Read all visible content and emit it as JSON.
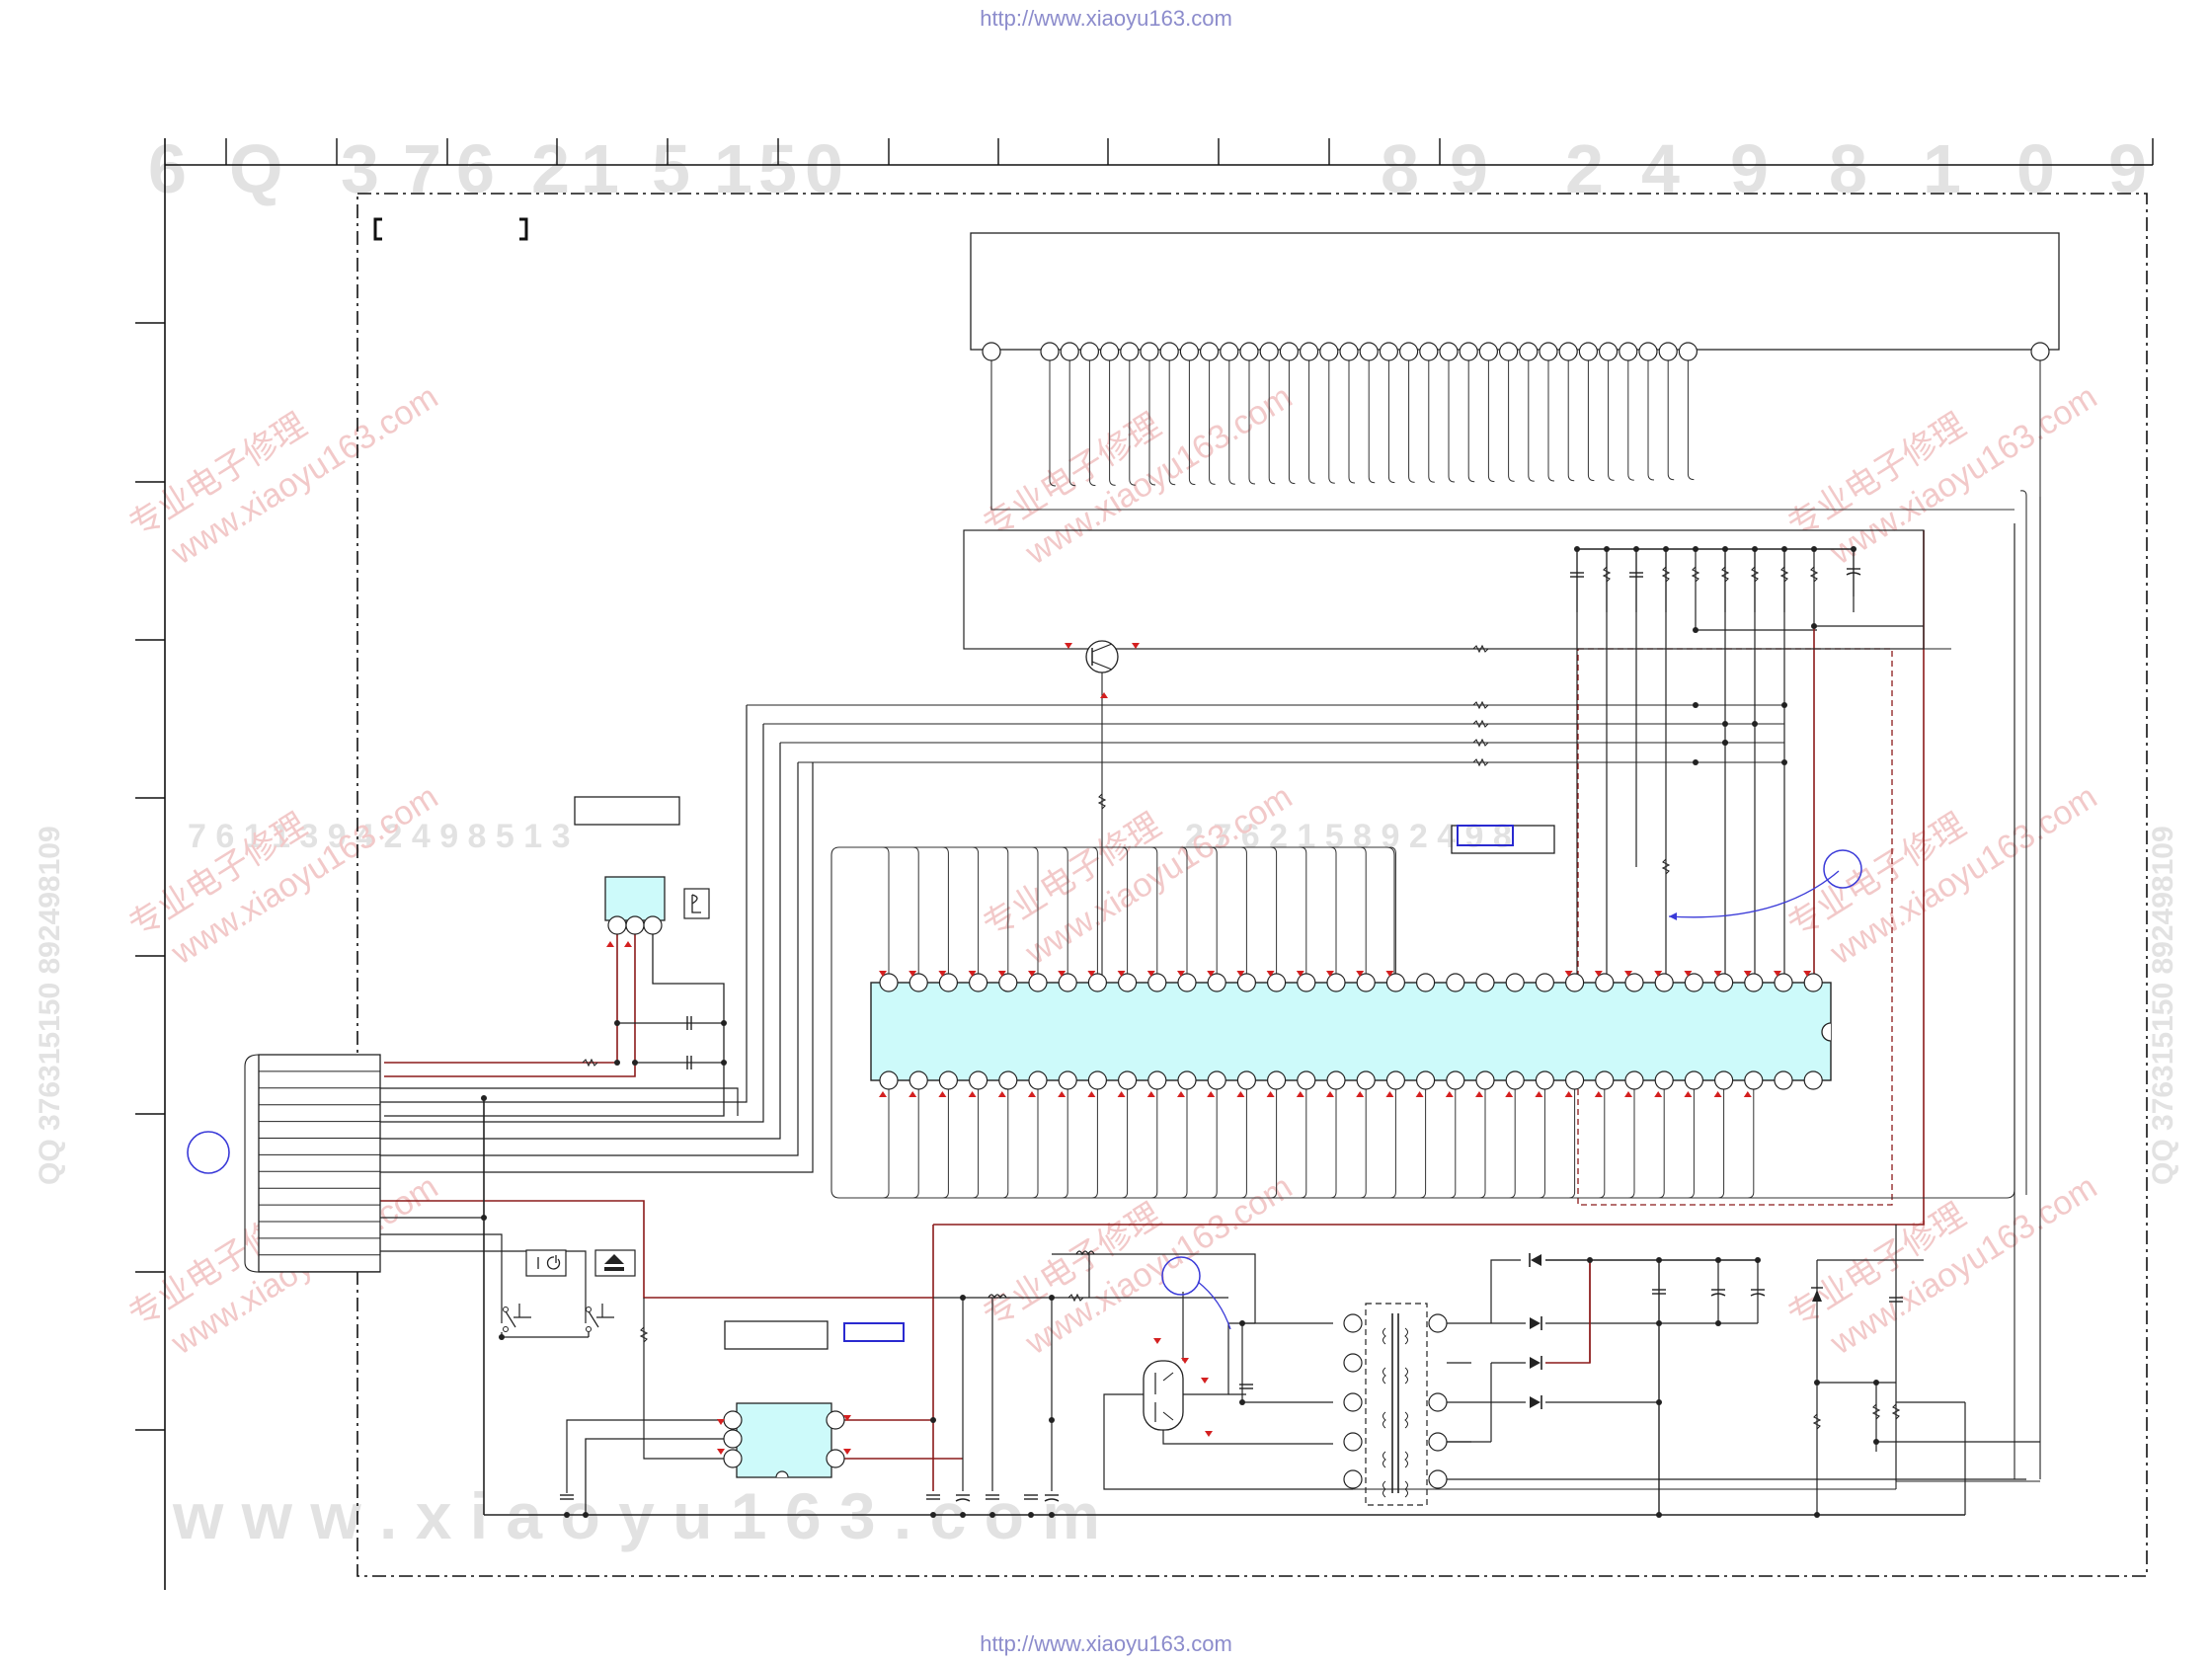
{
  "header_url": "http://www.xiaoyu163.com",
  "footer_url": "http://www.xiaoyu163.com",
  "watermark": {
    "digits": [
      "6",
      "Q",
      "3",
      "7",
      "6",
      "2",
      "1",
      "5",
      "1",
      "5",
      "0",
      "8",
      "9",
      "2",
      "4",
      "9",
      "8",
      "1",
      "0",
      "9"
    ],
    "row_digits": "7 6 1 1 3 9 4 2 4 9 8 5 1 3",
    "row_digits_right": "2 7 6 2 1 5 8 9 2 4 9 8",
    "vertical_text": "QQ 376315150 892498109",
    "chinese_text": "专业电子修理",
    "site_text": "www.xiaoyu163.com",
    "bottom_text": "w w w . x i a o y u 1 6 3 . c o m"
  },
  "colors": {
    "wire": "#222222",
    "power_trace": "#8b1a1a",
    "ic_fill": "#cdfafa",
    "highlight_box": "#2a2ad0",
    "pin_marker": "#d42020",
    "frame": "#111111"
  },
  "icons": {
    "power_button": "power-icon",
    "eject_button": "eject-icon",
    "receiver": "remote-receiver-icon"
  }
}
